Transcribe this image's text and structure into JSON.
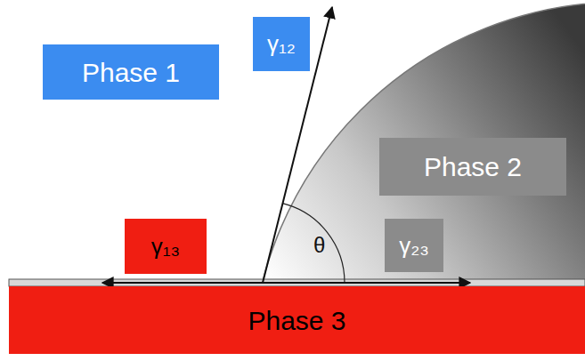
{
  "diagram": {
    "nodes": [
      {
        "text": [
          "Phase 1"
        ]
      },
      {
        "text": [
          "γ₁₂"
        ]
      },
      {
        "text": [
          "Phase 2"
        ]
      },
      {
        "text": [
          "γ₁₃"
        ]
      },
      {
        "text": [
          "γ₂₃"
        ]
      },
      {
        "text": [
          "Phase 3"
        ]
      }
    ],
    "labels": [
      "θ"
    ]
  }
}
